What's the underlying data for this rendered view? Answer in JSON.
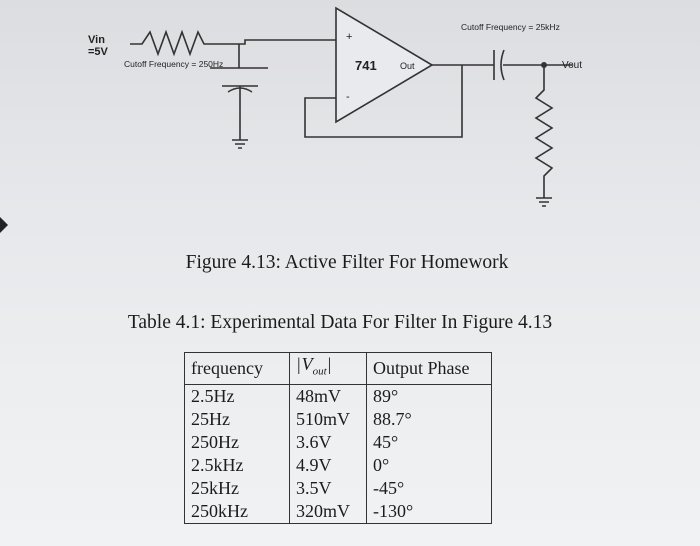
{
  "circuit": {
    "vin_label": "Vin",
    "vin_value": "=5V",
    "input_cutoff": "Cutoff Frequency = 250Hz",
    "opamp_name": "741",
    "opamp_out": "Out",
    "opamp_plus": "+",
    "opamp_minus": "-",
    "output_cutoff": "Cutoff Frequency = 25kHz",
    "vout_label": "Vout"
  },
  "figure_caption": "Figure 4.13: Active Filter For Homework",
  "table_caption": "Table 4.1: Experimental Data For Filter In Figure 4.13",
  "table": {
    "headers": {
      "frequency": "frequency",
      "vout_var": "V",
      "vout_sub": "out",
      "phase": "Output Phase"
    },
    "rows": [
      {
        "frequency": "2.5Hz",
        "vout": "48mV",
        "phase": "89°"
      },
      {
        "frequency": "25Hz",
        "vout": "510mV",
        "phase": "88.7°"
      },
      {
        "frequency": "250Hz",
        "vout": "3.6V",
        "phase": "45°"
      },
      {
        "frequency": "2.5kHz",
        "vout": "4.9V",
        "phase": "0°"
      },
      {
        "frequency": "25kHz",
        "vout": "3.5V",
        "phase": "-45°"
      },
      {
        "frequency": "250kHz",
        "vout": "320mV",
        "phase": "-130°"
      }
    ]
  }
}
